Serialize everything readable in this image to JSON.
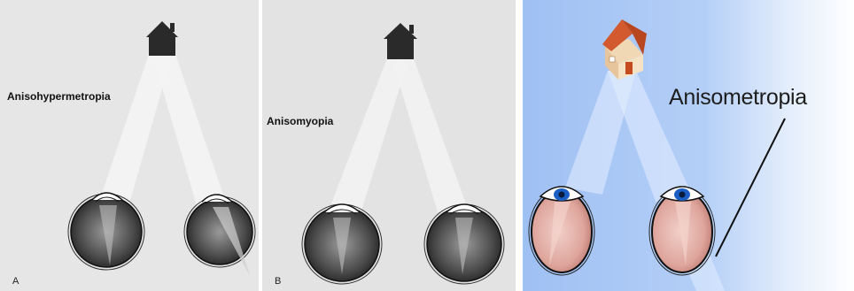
{
  "panels": [
    {
      "id": "A",
      "condition_label": "Anisohypermetropia",
      "panel_letter": "A"
    },
    {
      "id": "B",
      "condition_label": "Anisomyopia",
      "panel_letter": "B"
    },
    {
      "id": "C",
      "condition_label": "Anisometropia"
    }
  ],
  "colors": {
    "panel_bg_gray": "#e6e6e6",
    "panel_bg_blue": "#a9c7f5",
    "house_dark": "#2a2a2a",
    "house_roof_red": "#d25a2e",
    "eye_pink": "#e7b4ac",
    "iris_blue": "#1c5fc4"
  },
  "icons": [
    "house-icon",
    "eye-icon"
  ]
}
